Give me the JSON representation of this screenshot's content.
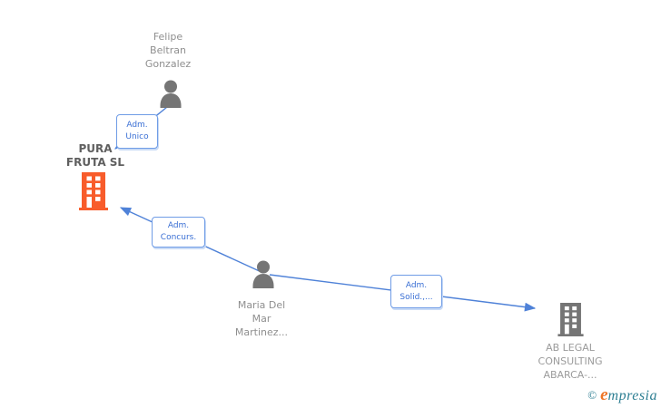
{
  "colors": {
    "edge_blue": "#4f82d8",
    "label_border_blue": "#6f9ce6",
    "label_text_blue": "#3a6fd4",
    "person_gray": "#757575",
    "company_gray": "#757575",
    "company_orange": "#f85c2b",
    "node_text_gray": "#8f8f8f",
    "company_title_gray": "#5f5f5f",
    "logo_teal": "#2e7f93",
    "logo_orange": "#ee7526"
  },
  "nodes": {
    "felipe": {
      "type": "person",
      "lines": [
        "Felipe",
        "Beltran",
        "Gonzalez"
      ]
    },
    "pura_fruta": {
      "type": "company",
      "lines": [
        "PURA",
        "FRUTA SL"
      ]
    },
    "maria": {
      "type": "person",
      "lines": [
        "Maria Del",
        "Mar",
        "Martinez..."
      ]
    },
    "ab_legal": {
      "type": "company",
      "lines": [
        "AB LEGAL",
        "CONSULTING",
        "ABARCA-..."
      ]
    }
  },
  "edges": [
    {
      "from": "felipe",
      "to": "pura_fruta",
      "lines": [
        "Adm.",
        "Unico"
      ]
    },
    {
      "from": "maria",
      "to": "pura_fruta",
      "lines": [
        "Adm.",
        "Concurs."
      ]
    },
    {
      "from": "maria",
      "to": "ab_legal",
      "lines": [
        "Adm.",
        "Solid.,..."
      ]
    }
  ],
  "branding": {
    "copyright": "©",
    "logo_e": "e",
    "logo_rest": "mpresia"
  }
}
